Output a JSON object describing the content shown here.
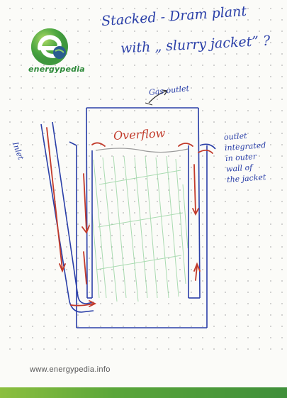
{
  "title_line1": "Stacked - Dram plant",
  "title_line2": "with „ slurry jacket” ?",
  "labels": {
    "gas_outlet": "Gas outlet",
    "overflow": "Overflow",
    "inlet": "Inlet",
    "outlet_line1": "outlet",
    "outlet_line2": "integrated",
    "outlet_line3": "in outer",
    "outlet_line4": "wall of",
    "outlet_line5": "the jacket"
  },
  "logo_text": "energypedia",
  "footer_url": "www.energypedia.info",
  "colors": {
    "ink_blue": "#2a3fa8",
    "ink_red": "#c23a2a",
    "ink_green": "#7cc48a",
    "brand_green": "#2e8a3a"
  }
}
